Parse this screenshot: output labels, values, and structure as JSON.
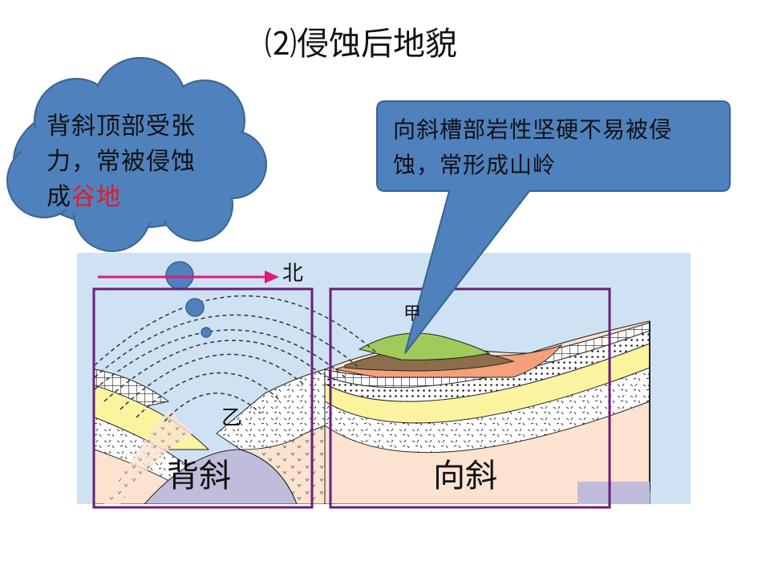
{
  "title": "⑵侵蚀后地貌",
  "cloud": {
    "text_main": "背斜顶部受张力，常被侵蚀成",
    "text_highlight": "谷地",
    "highlight_color": "#e8191f",
    "fill": "#4f81bd"
  },
  "callout": {
    "text": "向斜槽部岩性坚硬不易被侵蚀，常形成山岭",
    "fill": "#4f81bd"
  },
  "diagram": {
    "direction_label": "北",
    "arrow_color": "#e0197c",
    "box_color": "#6b1f7b",
    "label_jia": "甲",
    "label_yi": "乙",
    "label_anticline": "背斜",
    "label_syncline": "向斜",
    "panel_fill": "#cfe2f3"
  }
}
